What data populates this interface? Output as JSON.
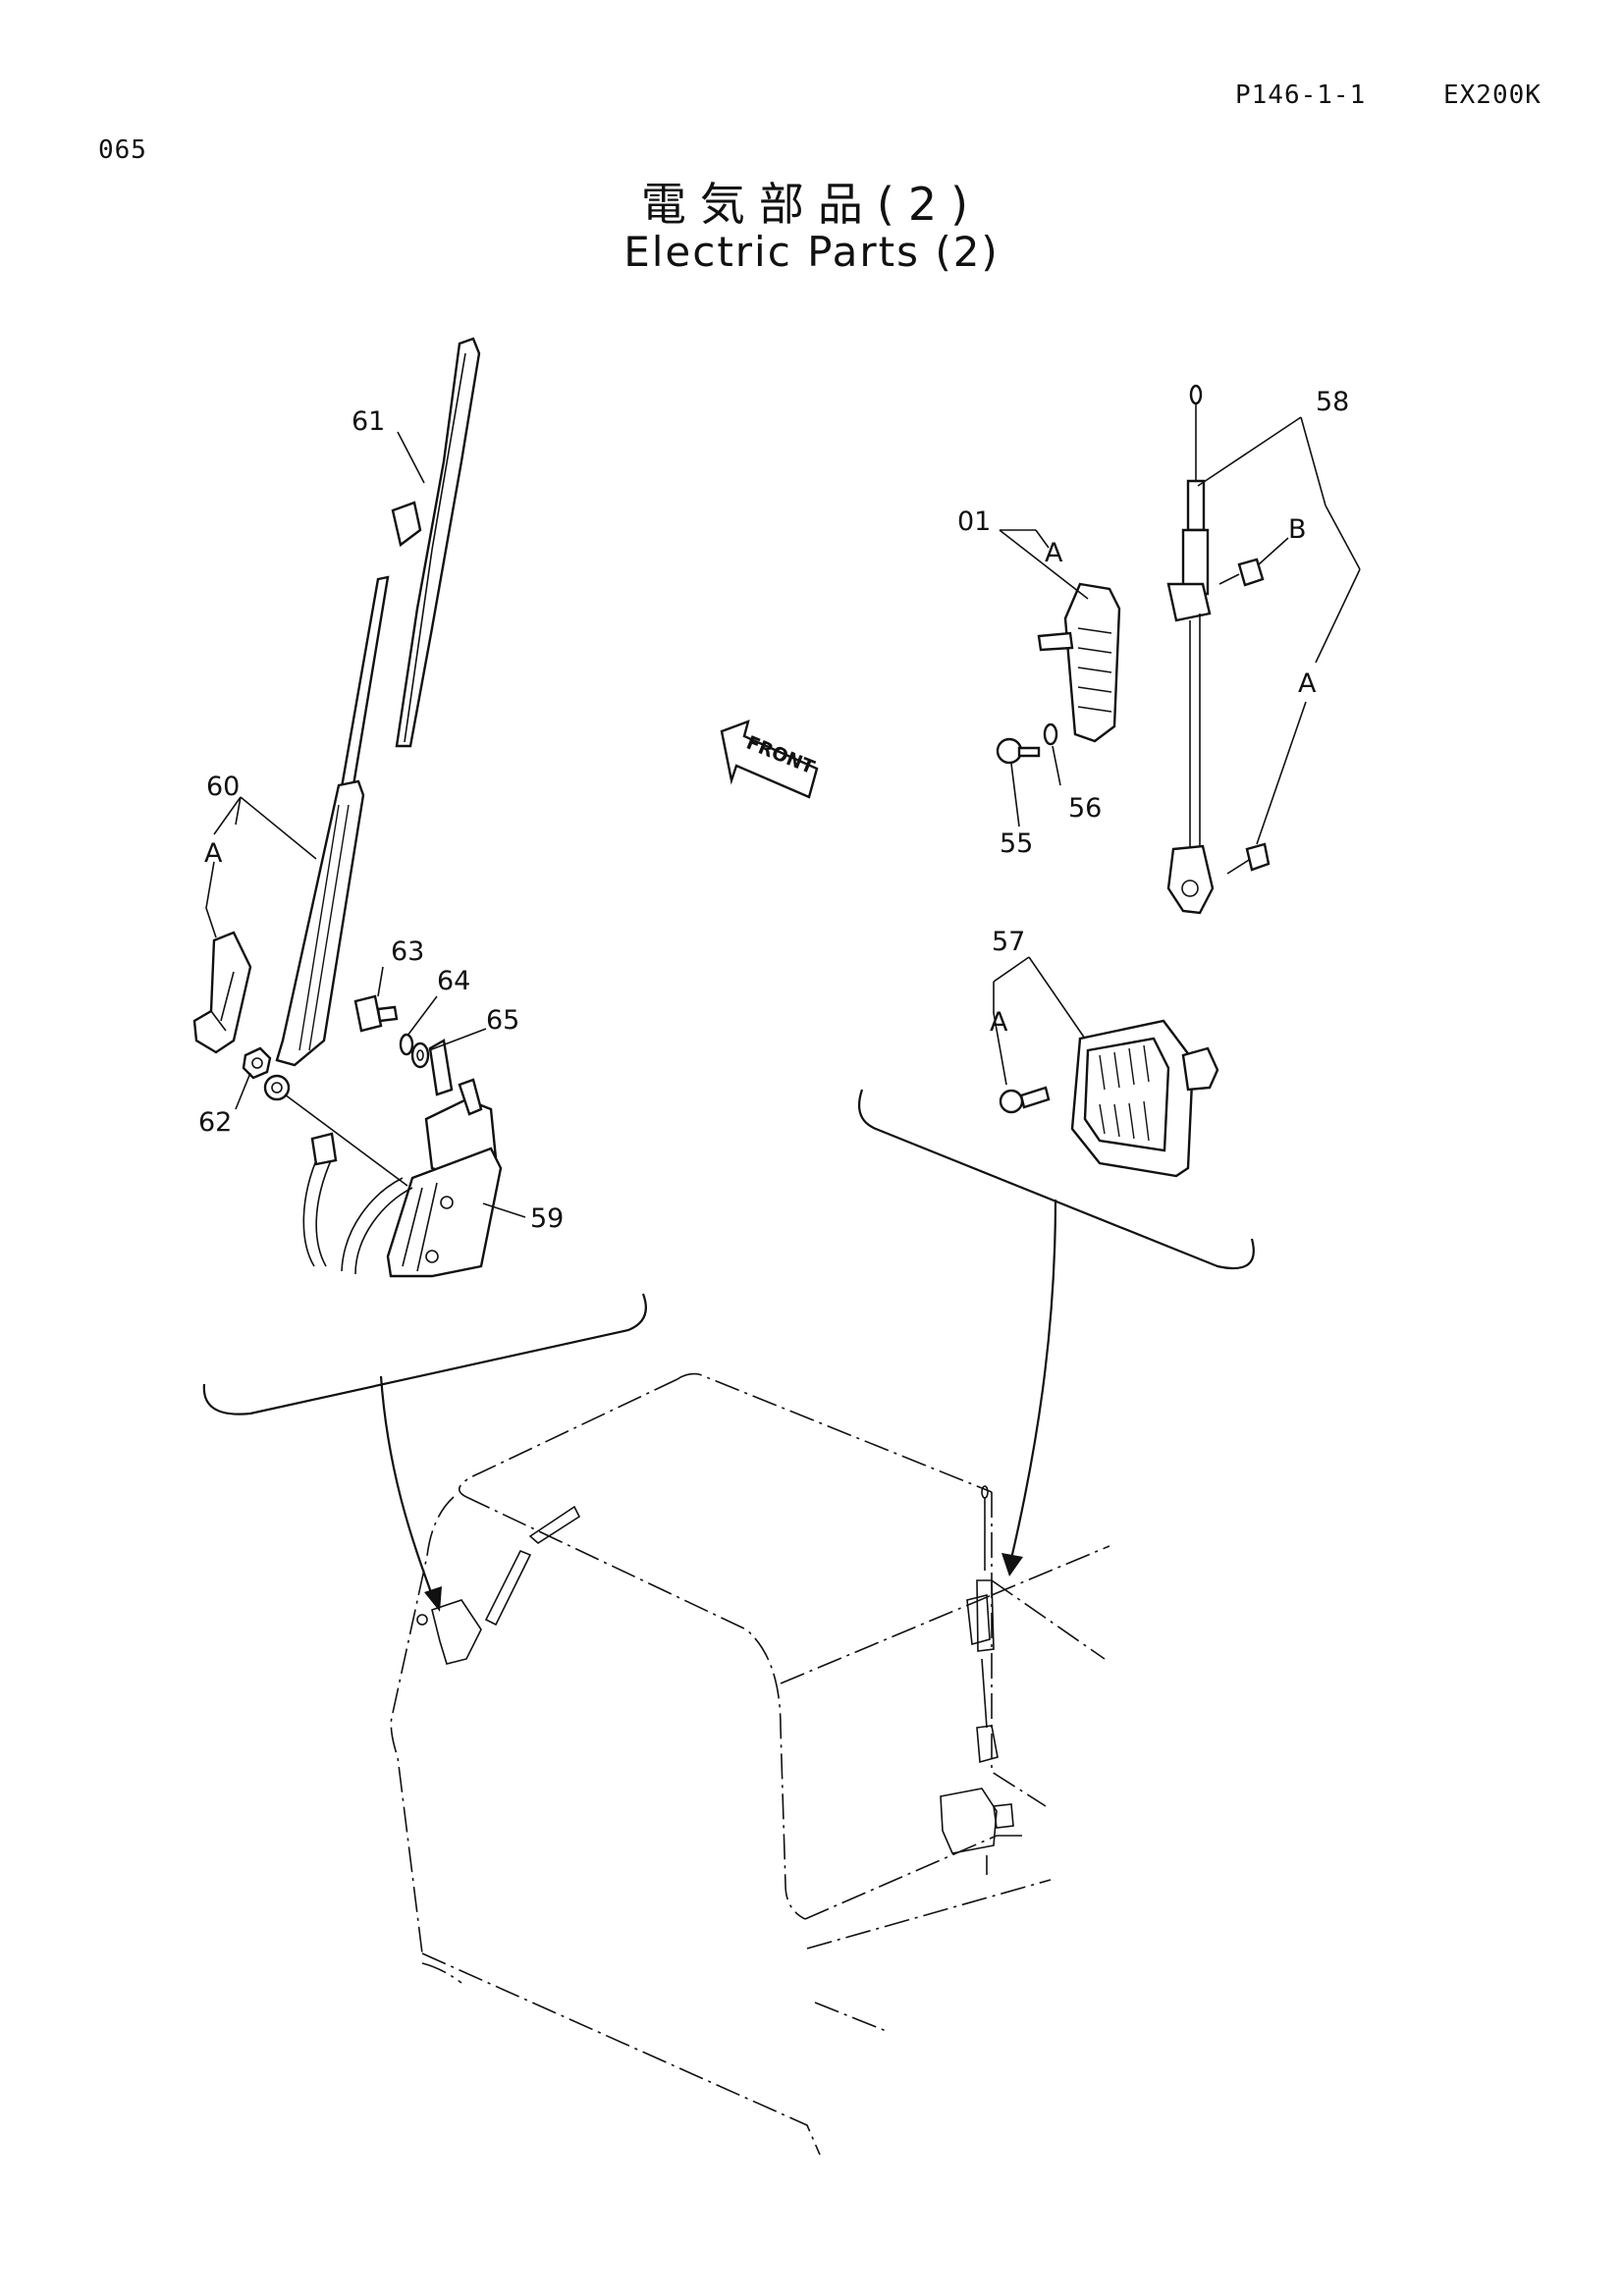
{
  "header": {
    "page_id": "065",
    "page_code": "P146-1-1",
    "model": "EX200K"
  },
  "title": {
    "jp": "電気部品(2)",
    "en": "Electric Parts (2)"
  },
  "front_arrow_label": "FRONT",
  "callouts": {
    "n61": "61",
    "n60": "60",
    "n62": "62",
    "n63": "63",
    "n64": "64",
    "n65": "65",
    "n59": "59",
    "n58": "58",
    "n01": "01",
    "n55": "55",
    "n56": "56",
    "n57": "57",
    "a_wiper": "A",
    "a_lamp01": "A",
    "a_antenna": "A",
    "b_antenna": "B",
    "a_lamp57": "A"
  }
}
